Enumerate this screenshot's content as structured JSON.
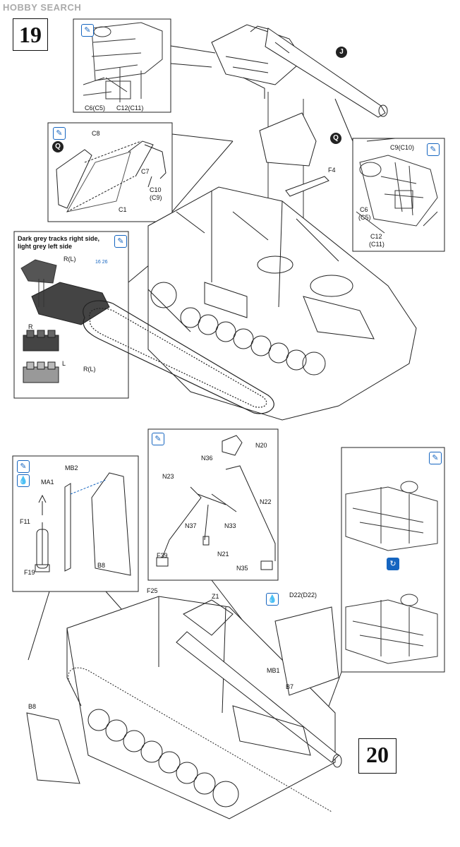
{
  "watermark": "HOBBY SEARCH",
  "steps": {
    "a": "19",
    "b": "20"
  },
  "callouts": {
    "j": "J",
    "q1": "Q",
    "q2": "Q"
  },
  "colors": {
    "accent": "#1565c0",
    "ink": "#111111"
  },
  "icons": [
    "brush-icon",
    "drop-icon",
    "flip-view-icon"
  ],
  "track_note": "Dark grey tracks right side, light grey left side",
  "track_ref": "16 26",
  "labels": {
    "c6c5_a": "C6(C5)",
    "c12c11_a": "C12(C11)",
    "c8": "C8",
    "c7": "C7",
    "c10c9": "C10\n(C9)",
    "c10": "C10",
    "c9": "(C9)",
    "c1": "C1",
    "f4": "F4",
    "c9c10": "C9(C10)",
    "c6": "C6",
    "c5": "(C5)",
    "c12": "C12",
    "c11": "(C11)",
    "rl_a": "R(L)",
    "r": "R",
    "l": "L",
    "rl_b": "R(L)",
    "mb2": "MB2",
    "ma1": "MA1",
    "f11": "F11",
    "f19": "F19",
    "b8_a": "B8",
    "n20": "N20",
    "n36": "N36",
    "n23": "N23",
    "n22": "N22",
    "n37": "N37",
    "n33": "N33",
    "n21": "N21",
    "f39": "F39",
    "n35": "N35",
    "f25": "F25",
    "z1": "Z1",
    "d22": "D22(D22)",
    "mb1": "MB1",
    "b7": "B7",
    "b8_b": "B8"
  }
}
